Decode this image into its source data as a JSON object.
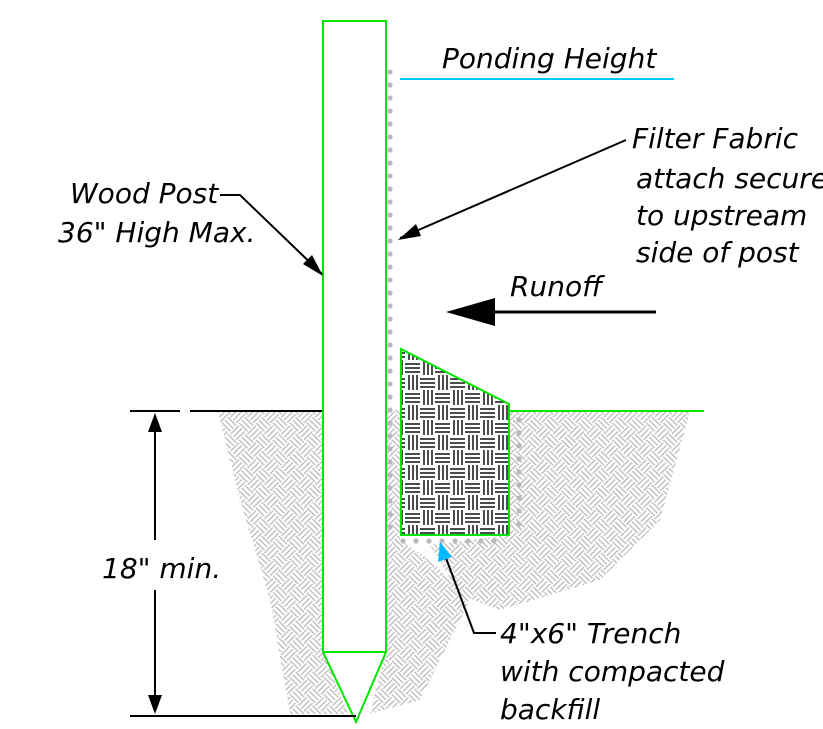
{
  "labels": {
    "ponding_height": "Ponding Height",
    "filter_fabric": [
      "Filter Fabric",
      "attach securely",
      "to upstream",
      "side of post"
    ],
    "wood_post": [
      "Wood Post",
      "36\" High Max."
    ],
    "runoff": "Runoff",
    "depth": "18\" min.",
    "trench": [
      "4\"x6\" Trench",
      "with compacted",
      "backfill"
    ]
  },
  "colors": {
    "outline": "#00e600",
    "ponding_line": "#00c8ff",
    "ink": "#000000",
    "hatch": "#b4b4b4",
    "fabric_dots": "#b9b9b9",
    "leader_arrow": "#00b8ff"
  }
}
